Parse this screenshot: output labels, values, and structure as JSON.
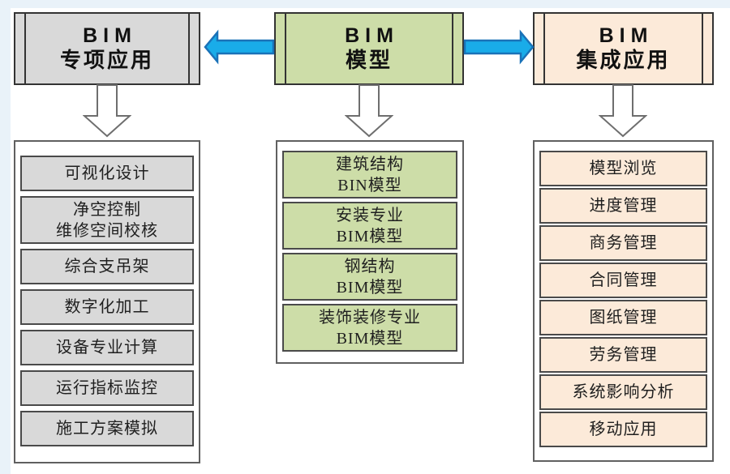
{
  "diagram": {
    "columns": [
      {
        "id": "bim-special",
        "header": {
          "line1": "BIM",
          "line2": "专项应用"
        },
        "fill": "#d9d9d9",
        "items": [
          "可视化设计",
          "净空控制\n维修空间校核",
          "综合支吊架",
          "数字化加工",
          "设备专业计算",
          "运行指标监控",
          "施工方案模拟"
        ]
      },
      {
        "id": "bim-model",
        "header": {
          "line1": "BIM",
          "line2": "模型"
        },
        "fill": "#cddda8",
        "items": [
          "建筑结构\nBIN模型",
          "安装专业\nBIM模型",
          "钢结构\nBIM模型",
          "装饰装修专业\nBIM模型"
        ]
      },
      {
        "id": "bim-integrated",
        "header": {
          "line1": "BIM",
          "line2": "集成应用"
        },
        "fill": "#fcead9",
        "items": [
          "模型浏览",
          "进度管理",
          "商务管理",
          "合同管理",
          "图纸管理",
          "劳务管理",
          "系统影响分析",
          "移动应用"
        ]
      }
    ],
    "arrows": {
      "blue_fill": "#19ace9",
      "blue_stroke": "#1a72b8",
      "down_fill": "#ffffff",
      "down_stroke": "#6e6e6e"
    }
  }
}
